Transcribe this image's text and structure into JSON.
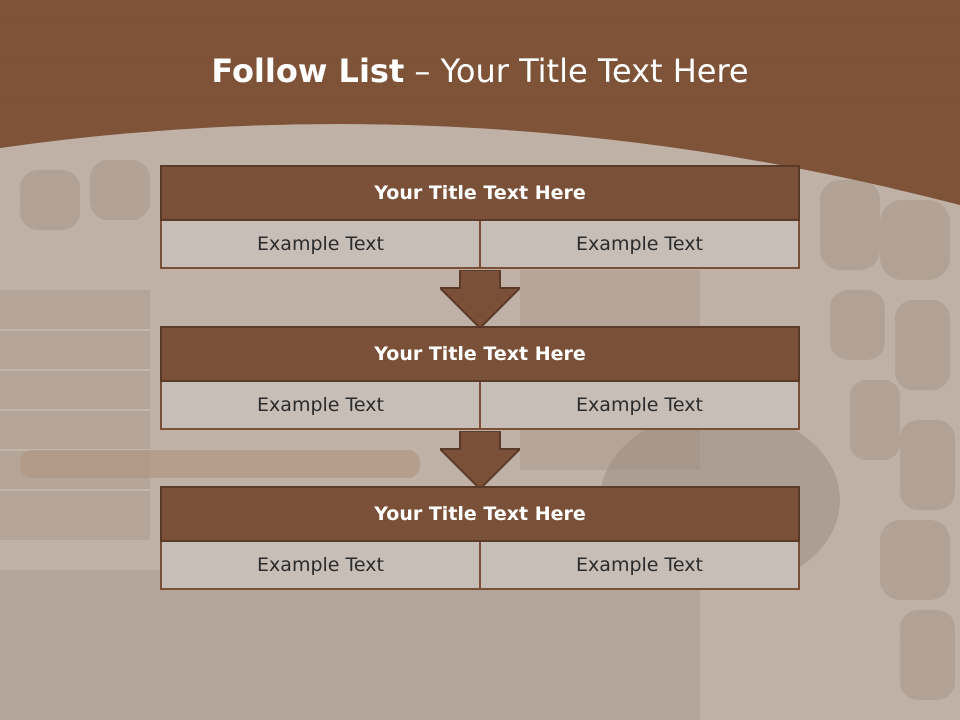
{
  "slide": {
    "title_bold": "Follow List",
    "title_rest": " – Your Title Text Here"
  },
  "steps": [
    {
      "title": "Your Title Text Here",
      "left": "Example Text",
      "right": "Example Text"
    },
    {
      "title": "Your Title Text Here",
      "left": "Example Text",
      "right": "Example Text"
    },
    {
      "title": "Your Title Text Here",
      "left": "Example Text",
      "right": "Example Text"
    }
  ],
  "colors": {
    "header_band": "#7a5036",
    "block_title_fill": "#7b5038",
    "cell_fill": "#c8beb8",
    "arrow_fill": "#7b5038"
  }
}
